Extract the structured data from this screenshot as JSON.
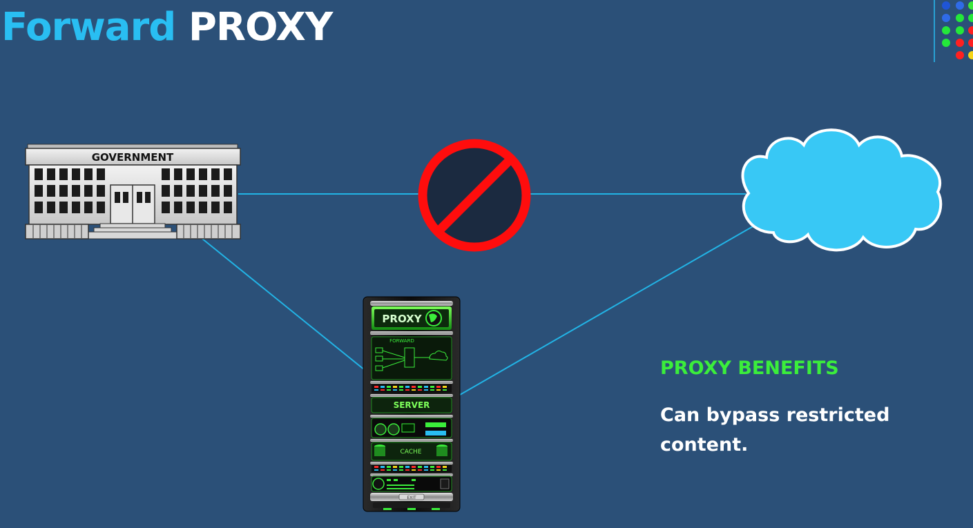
{
  "title": {
    "accent": "Forward",
    "main": "PROXY"
  },
  "government": {
    "sign": "GOVERNMENT"
  },
  "server": {
    "brand": "PROXY",
    "panel_labels": [
      "FORWARD",
      "SERVER",
      "CACHE",
      "EXIT"
    ]
  },
  "benefits": {
    "heading": "PROXY BENEFITS",
    "text": "Can bypass restricted content."
  },
  "colors": {
    "background": "#2b5078",
    "title_accent": "#29bef2",
    "line": "#22b4e6",
    "prohibit_red": "#ff0d0d",
    "cloud": "#38c8f5",
    "benefit_heading": "#3bee3b"
  },
  "icons": [
    "government-building-icon",
    "prohibited-icon",
    "cloud-icon",
    "proxy-server-rack-icon"
  ]
}
